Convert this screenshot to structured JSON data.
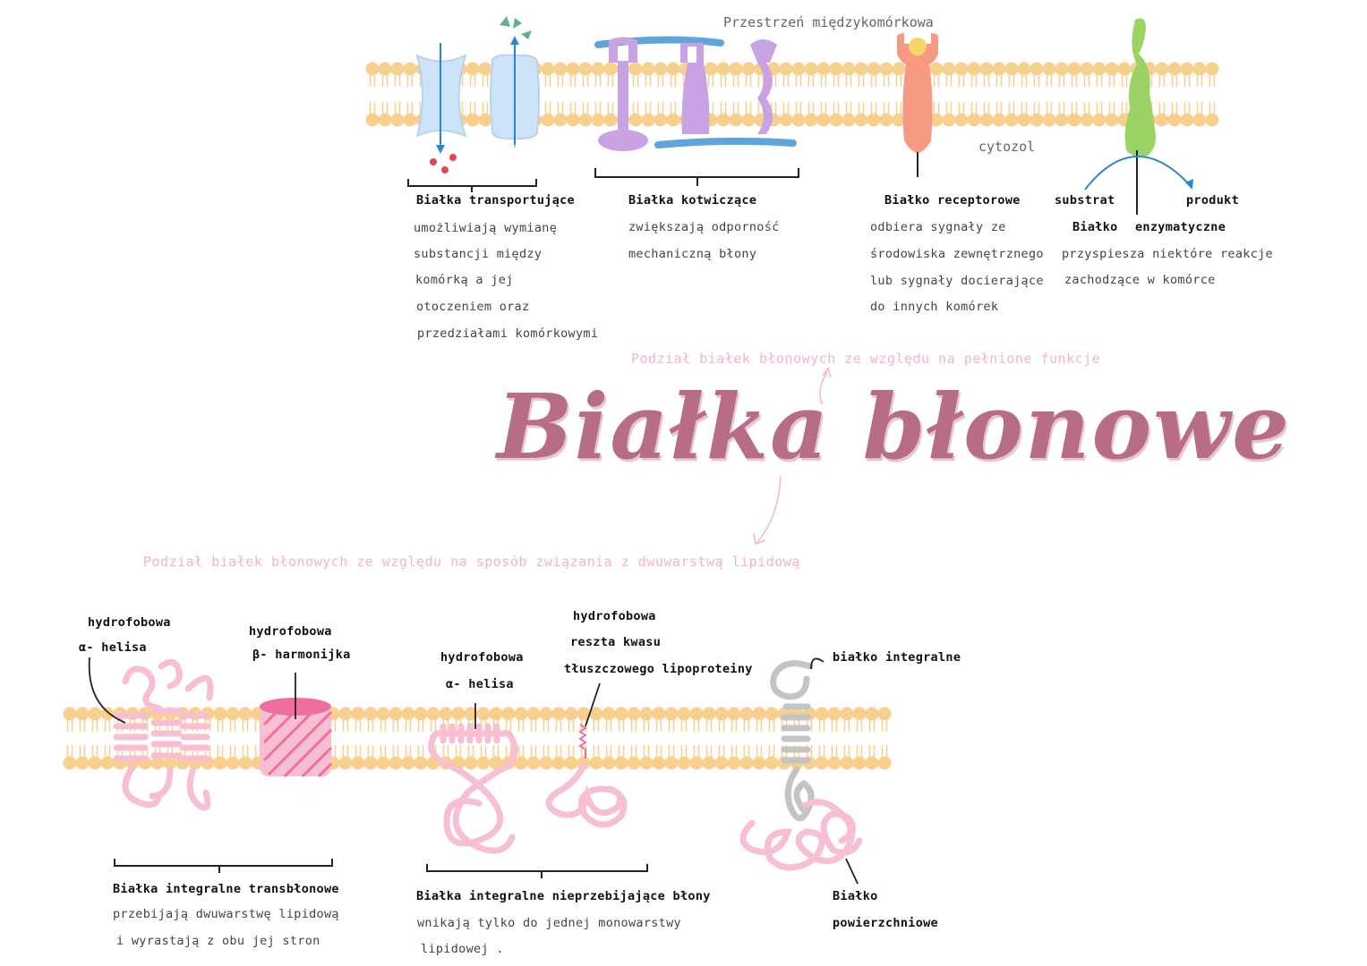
{
  "title": "Białka błonowe",
  "top": {
    "space_label": "Przestrzeń   międzykomórkowa",
    "cytosol_label": "cytozol",
    "classification_label": "Podział  białek  błonowych  ze  względu  na  pełnione  funkcje",
    "transport": {
      "heading": "Białka  transportujące",
      "lines": [
        "umożliwiają  wymianę",
        "substancji  między",
        "komórką   a jej",
        "otoczeniem    oraz",
        "przedziałami  komórkowymi"
      ]
    },
    "anchor": {
      "heading": "Białka   kotwiczące",
      "lines": [
        "zwiększają  odporność",
        "mechaniczną  błony"
      ]
    },
    "receptor": {
      "heading": "Białko   receptorowe",
      "lines": [
        "odbiera    sygnały  ze",
        "środowiska  zewnętrznego",
        "lub sygnały  docierające",
        "do  innych  komórek"
      ]
    },
    "enzyme": {
      "substrate": "substrat",
      "product": "produkt",
      "heading_a": "Białko",
      "heading_b": "enzymatyczne",
      "lines": [
        "przyspiesza   niektóre  reakcje",
        "zachodzące    w   komórce"
      ]
    }
  },
  "bottom": {
    "classification_label": "Podział  białek  błonowych  ze  względu  na  sposób  związania  z  dwuwarstwą  lipidową",
    "alpha": [
      "hydrofobowa",
      "α- helisa"
    ],
    "beta": [
      "hydrofobowa",
      "β- harmonijka"
    ],
    "alpha2": [
      "hydrofobowa",
      "α- helisa"
    ],
    "fatty": [
      "hydrofobowa",
      "reszta  kwasu",
      "tłuszczowego  lipoproteiny"
    ],
    "integral_label": "białko  integralne",
    "transmembrane": {
      "heading": "Białka   integralne  transbłonowe",
      "lines": [
        "przebijają   dwuwarstwę  lipidową",
        "i  wyrastają  z  obu  jej   stron"
      ]
    },
    "nonpenetrating": {
      "heading": "Białka   integralne  nieprzebijające  błony",
      "lines": [
        "wnikają  tylko  do  jednej  monowarstwy",
        "lipidowej ."
      ]
    },
    "surface": [
      "Białko",
      "powierzchniowe"
    ]
  },
  "colors": {
    "lipid": "#f8d08e",
    "channel": "#cde3f7",
    "anchor": "#c9a2e4",
    "receptor": "#f79a84",
    "enzyme": "#9bd465",
    "protein_pink": "#f7bfd1",
    "protein_magenta": "#ef6e9f",
    "protein_grey": "#c4c4c4",
    "title_pink": "#b86d86"
  }
}
